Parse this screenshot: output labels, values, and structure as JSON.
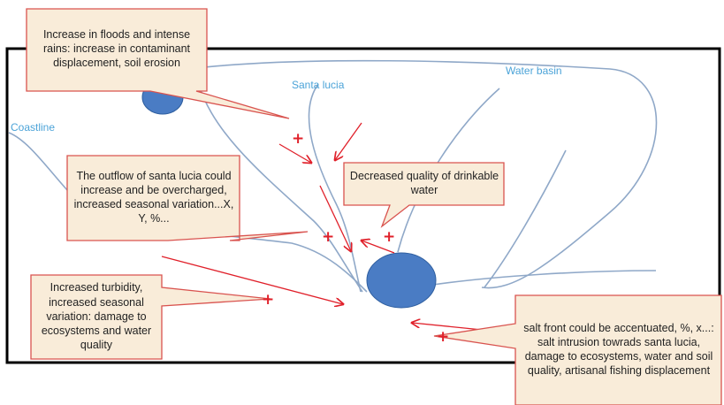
{
  "colors": {
    "callout_fill": "#f9ecd9",
    "callout_border": "#d9534f",
    "river": "#8fa8c8",
    "lake_fill": "#4a7cc4",
    "arrow": "#e0202a",
    "label": "#4ba3d8",
    "frame": "#000000"
  },
  "labels": {
    "water_basin": "Water basin",
    "santa_lucia": "Santa lucia",
    "coastline": "Coastline"
  },
  "callouts": {
    "floods": "Increase in floods and intense rains: increase in contaminant displacement, soil erosion",
    "outflow": "The outflow of santa lucia could increase and be overcharged, increased seasonal variation...X, Y, %...",
    "drinkable": "Decreased quality of drinkable water",
    "turbidity": "Increased turbidity, increased seasonal variation: damage to ecosystems and water quality",
    "salt": "salt front could be accentuated, %, x...: salt intrusion towrads santa lucia, damage to ecosystems, water and soil quality, artisanal fishing displacement"
  },
  "markers": {
    "plus": "+"
  }
}
